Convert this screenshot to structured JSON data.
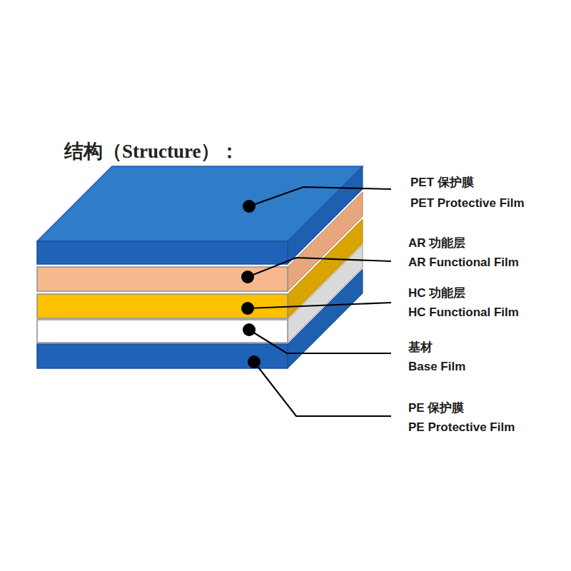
{
  "diagram": {
    "title": "结构（Structure）：",
    "labels": [
      "PET 保护膜",
      "PET Protective Film",
      "AR 功能层",
      "AR Functional Film",
      "HC 功能层",
      "HC Functional Film",
      "基材",
      "Base Film",
      "PE 保护膜",
      "PE Protective Film"
    ]
  }
}
